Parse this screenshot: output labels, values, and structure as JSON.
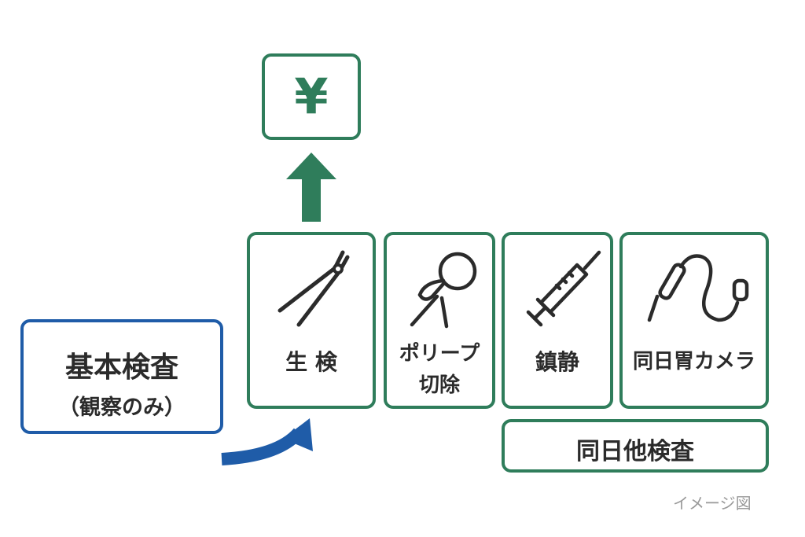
{
  "yen_box": {
    "symbol": "¥"
  },
  "base": {
    "title": "基本検査",
    "subtitle": "（観察のみ）"
  },
  "options": [
    {
      "label": "生 検",
      "icon": "forceps-icon"
    },
    {
      "label_line1": "ポリープ",
      "label_line2": "切除",
      "icon": "snare-icon"
    },
    {
      "label": "鎮静",
      "icon": "syringe-icon"
    },
    {
      "label": "同日胃カメラ",
      "icon": "endoscope-icon"
    }
  ],
  "other_same_day": {
    "label": "同日他検査"
  },
  "caption": "イメージ図",
  "colors": {
    "green": "#2f7d5b",
    "blue": "#1f5ca8"
  }
}
